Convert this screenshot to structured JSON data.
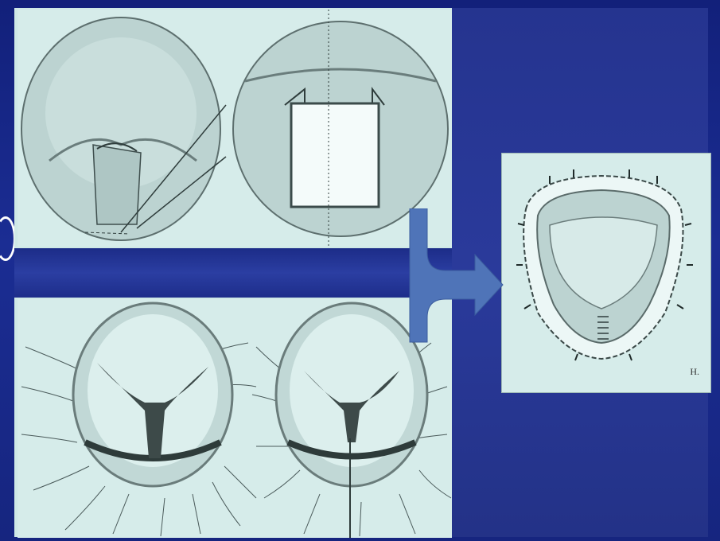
{
  "slide": {
    "colors": {
      "background": "#1a2a8c",
      "panel_background": "#cfe9e6",
      "arrow_fill": "#4f74b8",
      "illustration_ink": "#4a5a5a"
    }
  },
  "panels": [
    {
      "name": "top-left-illustration",
      "content_type": "surgical-illustration"
    },
    {
      "name": "top-middle-illustration",
      "content_type": "surgical-illustration"
    },
    {
      "name": "bottom-illustration",
      "content_type": "surgical-illustration"
    },
    {
      "name": "right-result-illustration",
      "content_type": "surgical-illustration",
      "figure_label": "H."
    }
  ],
  "connector": {
    "icon": "branch-arrow-icon"
  }
}
